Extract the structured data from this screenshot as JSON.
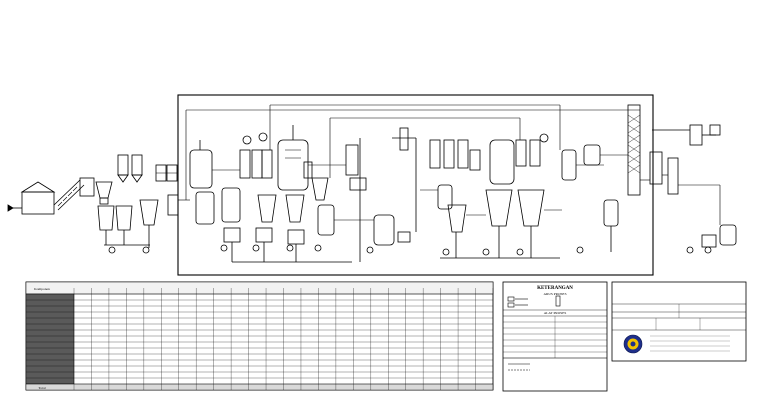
{
  "drawing": {
    "stream_table": {
      "header_title": "",
      "row_header": "Komponen",
      "total_label": "Total"
    },
    "legend": {
      "title": "KETERANGAN",
      "subtitle_lines": "ARUS PROSES",
      "subtitle_equipment": "ALAT PROSES"
    },
    "title_block": {
      "line1": "",
      "line2": "",
      "line3": "",
      "line4": ""
    }
  }
}
